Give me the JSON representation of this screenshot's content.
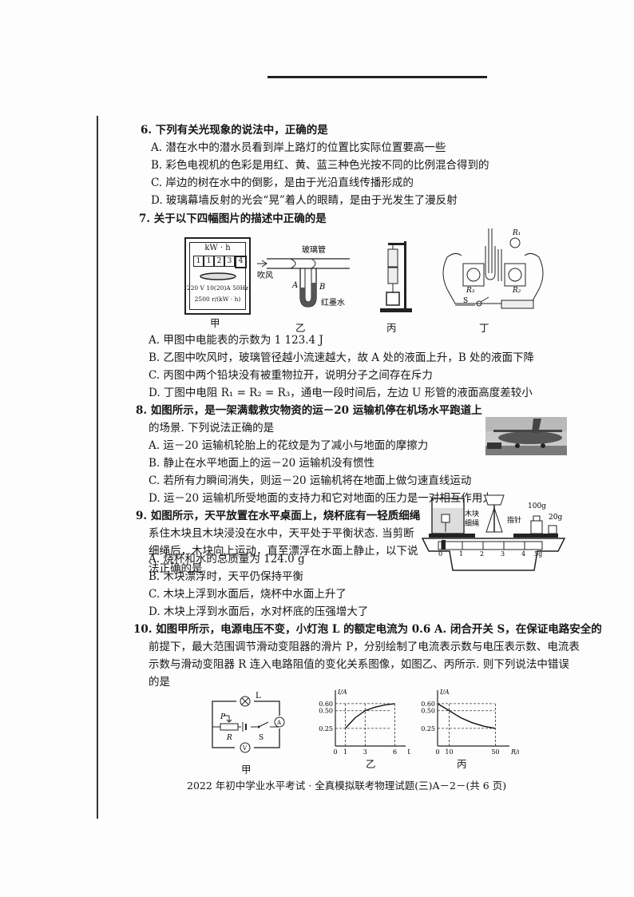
{
  "q6": {
    "stem": "6. 下列有关光现象的说法中，正确的是",
    "options": [
      "A. 潜在水中的潜水员看到岸上路灯的位置比实际位置要高一些",
      "B. 彩色电视机的色彩是用红、黄、蓝三种色光按不同的比例混合得到的",
      "C. 岸边的树在水中的倒影，是由于光沿直线传播形成的",
      "D. 玻璃幕墙反射的光会“晃”着人的眼睛，是由于光发生了漫反射"
    ]
  },
  "q7": {
    "stem": "7. 关于以下四幅图片的描述中正确的是",
    "fig_jia": {
      "unit": "kW · h",
      "digits": [
        "1",
        "1",
        "2",
        "3",
        "4"
      ],
      "spec1": "220 V  10(20)A 50Hz",
      "spec2": "2500 r/(kW · h)",
      "caption": "甲"
    },
    "fig_yi": {
      "tube_label": "玻璃管",
      "wind_label": "吹风",
      "a_label": "A",
      "b_label": "B",
      "ink_label": "红墨水",
      "caption": "乙"
    },
    "fig_bing": {
      "caption": "丙"
    },
    "fig_ding": {
      "r1": "R₁",
      "r2": "R₂",
      "r3": "R₃",
      "s": "S",
      "caption": "丁"
    },
    "options": [
      "A. 甲图中电能表的示数为 1 123.4 J",
      "B. 乙图中吹风时，玻璃管径越小流速越大，故 A 处的液面上升，B 处的液面下降",
      "C. 丙图中两个铅块没有被重物拉开，说明分子之间存在斥力",
      "D. 丁图中电阻 R₁ = R₂ = R₃，通电一段时间后，左边 U 形管的液面高度差较小"
    ]
  },
  "q8": {
    "stem1": "8. 如图所示，是一架满载救灾物资的运－20 运输机停在机场水平跑道上",
    "stem2": "的场景. 下列说法正确的是",
    "options": [
      "A. 运－20 运输机轮胎上的花纹是为了减小与地面的摩擦力",
      "B. 静止在水平地面上的运－20 运输机没有惯性",
      "C. 若所有力瞬间消失，则运－20 运输机将在地面上做匀速直线运动",
      "D. 运－20 运输机所受地面的支持力和它对地面的压力是一对相互作用力"
    ]
  },
  "q9": {
    "stem": [
      "9. 如图所示，天平放置在水平桌面上，烧杯底有一轻质细绳",
      "系住木块且木块浸没在水中，天平处于平衡状态. 当剪断",
      "细绳后，木块向上运动，直至漂浮在水面上静止，以下说",
      "法正确的是"
    ],
    "fig": {
      "block": "木块",
      "rope": "细绳",
      "pointer": "指针",
      "w1": "100g",
      "w2": "20g",
      "scale": [
        "0",
        "1",
        "2",
        "3",
        "4",
        "5g"
      ]
    },
    "options": [
      "A. 烧杯和水的总质量为 124.0 g",
      "B. 木块漂浮时，天平仍保持平衡",
      "C. 木块上浮到水面后，烧杯中水面上升了",
      "D. 木块上浮到水面后，水对杯底的压强增大了"
    ]
  },
  "q10": {
    "stem": [
      "10. 如图甲所示，电源电压不变，小灯泡 L 的额定电流为 0.6 A. 闭合开关 S，在保证电路安全的",
      "前提下，最大范围调节滑动变阻器的滑片 P，分别绘制了电流表示数与电压表示数、电流表",
      "示数与滑动变阻器 R 连入电路阻值的变化关系图像，如图乙、丙所示. 则下列说法中错误",
      "的是"
    ],
    "circuit": {
      "L": "L",
      "A": "A",
      "V": "V",
      "P": "P",
      "R": "R",
      "S": "S",
      "caption": "甲"
    }
  },
  "chart_data": [
    {
      "type": "line",
      "title": "乙",
      "xlabel": "U/V",
      "ylabel": "I/A",
      "x_ticks": [
        "0",
        "1",
        "3",
        "6"
      ],
      "y_ticks": [
        "0.25",
        "0.50",
        "0.60"
      ],
      "series": [
        {
          "x": [
            1,
            2,
            3,
            4,
            5,
            6
          ],
          "y": [
            0.25,
            0.4,
            0.5,
            0.55,
            0.58,
            0.6
          ]
        }
      ],
      "xlim": [
        0,
        6.6
      ],
      "ylim": [
        0,
        0.7
      ]
    },
    {
      "type": "line",
      "title": "丙",
      "xlabel": "R/Ω",
      "ylabel": "I/A",
      "x_ticks": [
        "0",
        "10",
        "50"
      ],
      "y_ticks": [
        "0.25",
        "0.50",
        "0.60"
      ],
      "series": [
        {
          "x": [
            0,
            10,
            20,
            30,
            40,
            50
          ],
          "y": [
            0.6,
            0.5,
            0.4,
            0.33,
            0.28,
            0.25
          ]
        }
      ],
      "xlim": [
        0,
        58
      ],
      "ylim": [
        0,
        0.7
      ]
    }
  ],
  "footer": "2022 年初中学业水平考试 · 全真模拟联考物理试题(三)A－2－(共 6 页)"
}
